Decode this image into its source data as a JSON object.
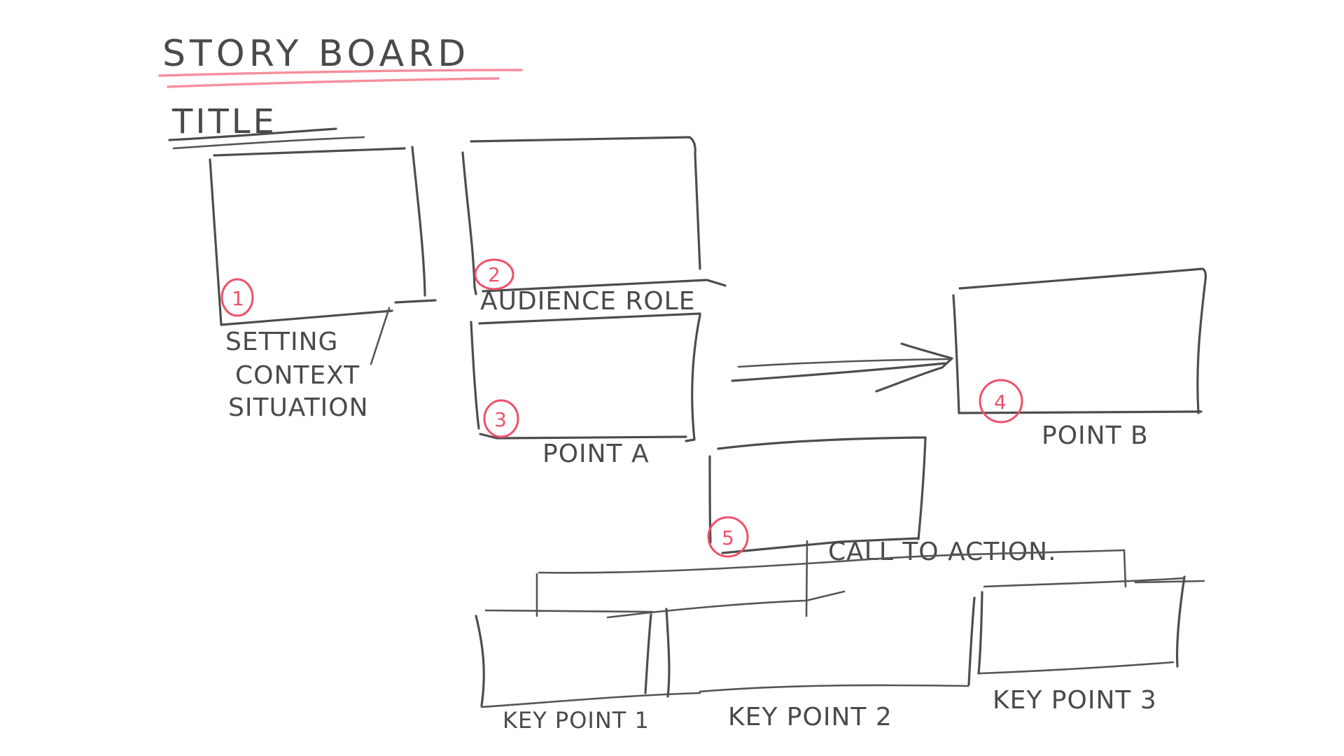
{
  "board": {
    "heading": "STORY BOARD",
    "subheading": "TITLE",
    "accent_color": "#f0506a",
    "ink_color": "#4d4d4f"
  },
  "frames": [
    {
      "number": "1",
      "label_lines": [
        "SETTING",
        "CONTEXT",
        "SITUATION"
      ]
    },
    {
      "number": "2",
      "label_lines": [
        "AUDIENCE ROLE"
      ]
    },
    {
      "number": "3",
      "label_lines": [
        "POINT A"
      ]
    },
    {
      "number": "4",
      "label_lines": [
        "POINT B"
      ]
    },
    {
      "number": "5",
      "label_lines": [
        "CALL TO ACTION."
      ]
    },
    {
      "number": "",
      "label_lines": [
        "KEY POINT 1"
      ]
    },
    {
      "number": "",
      "label_lines": [
        "KEY POINT 2"
      ]
    },
    {
      "number": "",
      "label_lines": [
        "KEY POINT 3"
      ]
    }
  ]
}
